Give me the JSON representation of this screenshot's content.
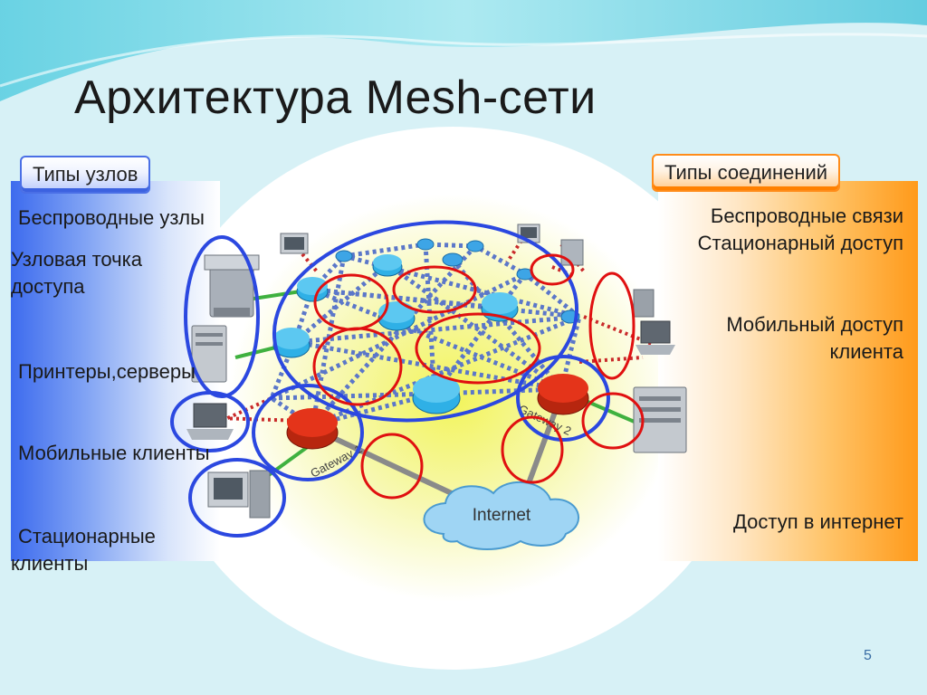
{
  "slide": {
    "title": "Архитектура Mesh-сети",
    "page_number": "5"
  },
  "left_panel": {
    "header": "Типы узлов",
    "items": [
      {
        "line1": "Беспроводные узлы"
      },
      {
        "line1": "Узловая точка",
        "line2": "доступа"
      },
      {
        "line1": "Принтеры,серверы"
      },
      {
        "line1": "Мобильные клиенты"
      },
      {
        "line1": "Стационарные",
        "line2": "клиенты"
      }
    ]
  },
  "right_panel": {
    "header": "Типы соединений",
    "items": [
      {
        "line1": "Беспроводные связи"
      },
      {
        "line1": "Стационарный доступ"
      },
      {
        "line1": "Мобильный доступ",
        "line2": "клиента"
      },
      {
        "line1": "Доступ в интернет"
      }
    ]
  },
  "diagram": {
    "cloud_label": "Internet",
    "gateways": [
      "Gateway 1",
      "Gateway 2"
    ],
    "colors": {
      "wireless_link": "#5b77c9",
      "client_link": "#c92a2a",
      "wired_link": "#3fb13f",
      "internet_link": "#8a8a8a",
      "highlight_node": "#2b48e0",
      "highlight_link": "#e01010",
      "router": "#2fb0e6",
      "gateway": "#e4341a",
      "left_accent": "#3d6bee",
      "right_accent": "#ff9a1a"
    }
  }
}
